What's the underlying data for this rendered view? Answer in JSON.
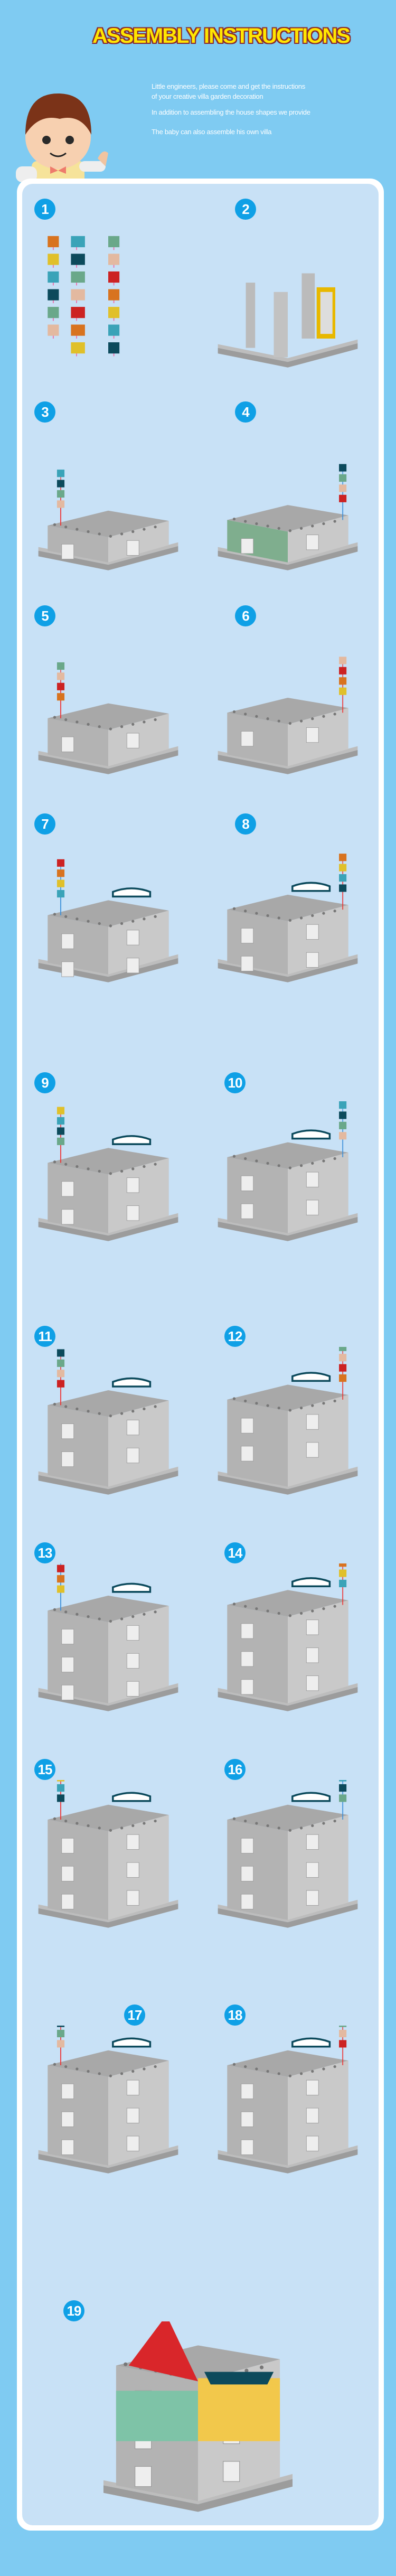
{
  "header": {
    "title": "ASSEMBLY INSTRUCTIONS",
    "intro": [
      "Little engineers, please come and get the instructions",
      "of your creative villa garden decoration",
      "In addition to assembling the house shapes we provide",
      "The baby can also assemble his own villa"
    ]
  },
  "steps": [
    {
      "number": "1"
    },
    {
      "number": "2"
    },
    {
      "number": "3"
    },
    {
      "number": "4"
    },
    {
      "number": "5"
    },
    {
      "number": "6"
    },
    {
      "number": "7"
    },
    {
      "number": "8"
    },
    {
      "number": "9"
    },
    {
      "number": "10"
    },
    {
      "number": "11"
    },
    {
      "number": "12"
    },
    {
      "number": "13"
    },
    {
      "number": "14"
    },
    {
      "number": "15"
    },
    {
      "number": "16"
    },
    {
      "number": "17"
    },
    {
      "number": "18"
    },
    {
      "number": "19"
    }
  ],
  "colors": {
    "background": "#7fcbf2",
    "panel": "#c8e1f6",
    "badge": "#0fa0e6",
    "title": "#ffe600",
    "title_outline": "#8a2a2e"
  }
}
